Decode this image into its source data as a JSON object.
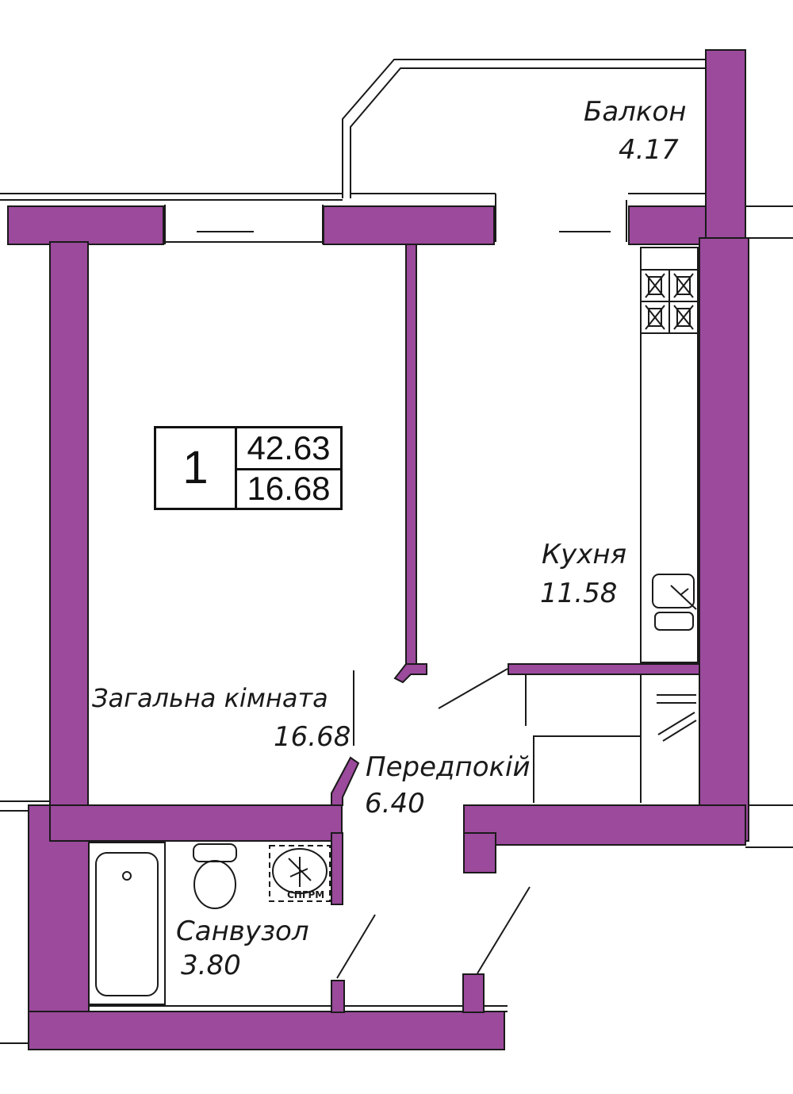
{
  "colors": {
    "wall": "#9b4a9c",
    "line": "#1a1a1a",
    "background": "#ffffff"
  },
  "summary": {
    "rooms": "1",
    "total_area": "42.63",
    "living_area": "16.68"
  },
  "rooms": {
    "balcony": {
      "name": "Балкон",
      "area": "4.17"
    },
    "kitchen": {
      "name": "Кухня",
      "area": "11.58"
    },
    "living": {
      "name": "Загальна кімната",
      "area": "16.68"
    },
    "hall": {
      "name": "Передпокій",
      "area": "6.40"
    },
    "bathroom": {
      "name": "Санвузол",
      "area": "3.80"
    }
  },
  "fixtures": {
    "sink_label": "СПГРМ"
  }
}
